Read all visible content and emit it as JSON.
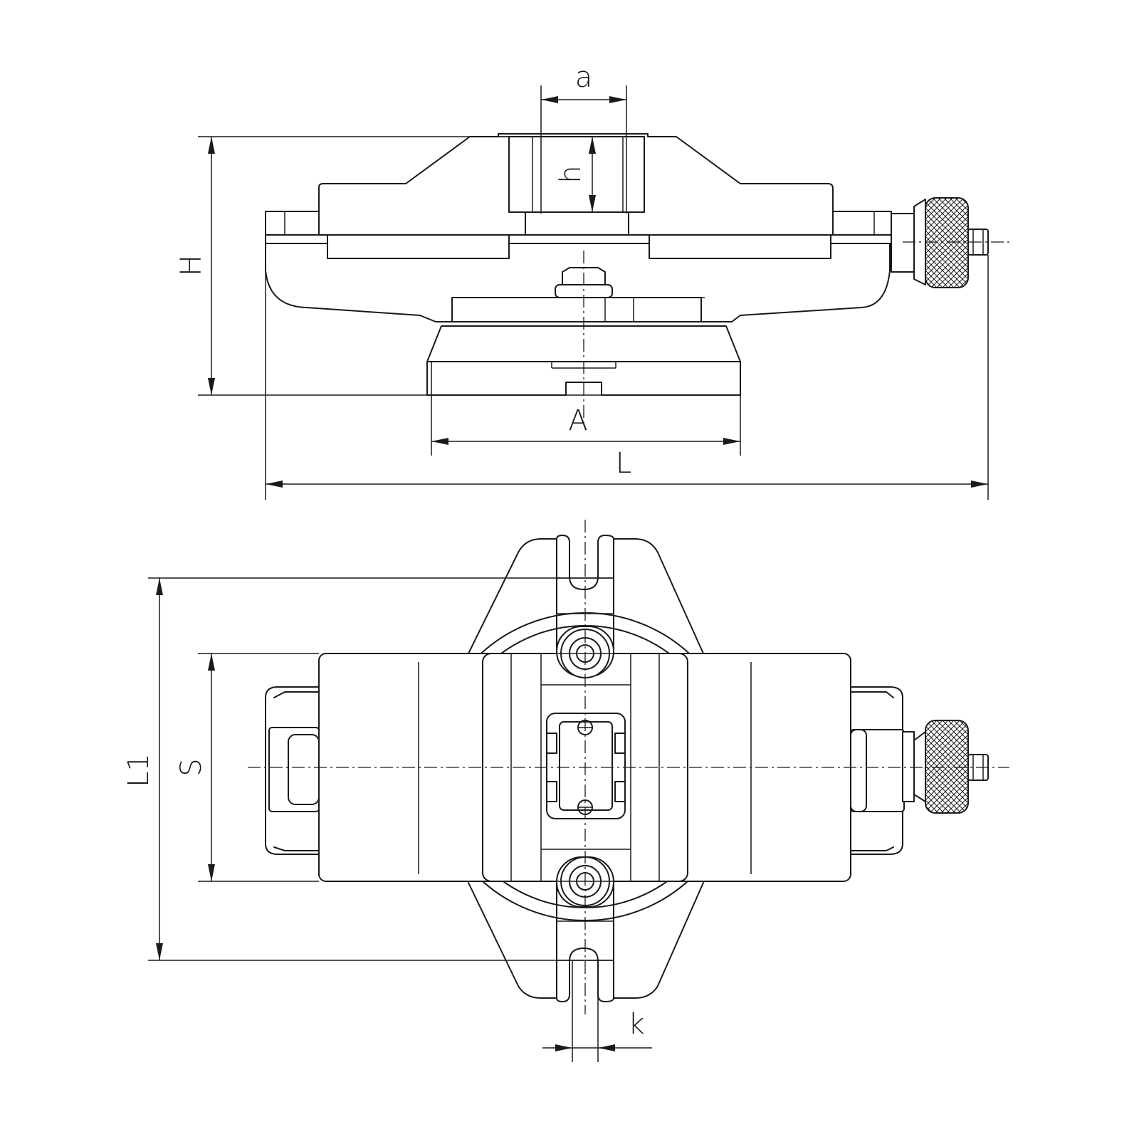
{
  "labels": {
    "a": "a",
    "h": "h",
    "H": "H",
    "A": "A",
    "L": "L",
    "L1": "L1",
    "S": "S",
    "k": "k"
  },
  "colors": {
    "line": "#1a1a1a",
    "background": "#ffffff"
  }
}
